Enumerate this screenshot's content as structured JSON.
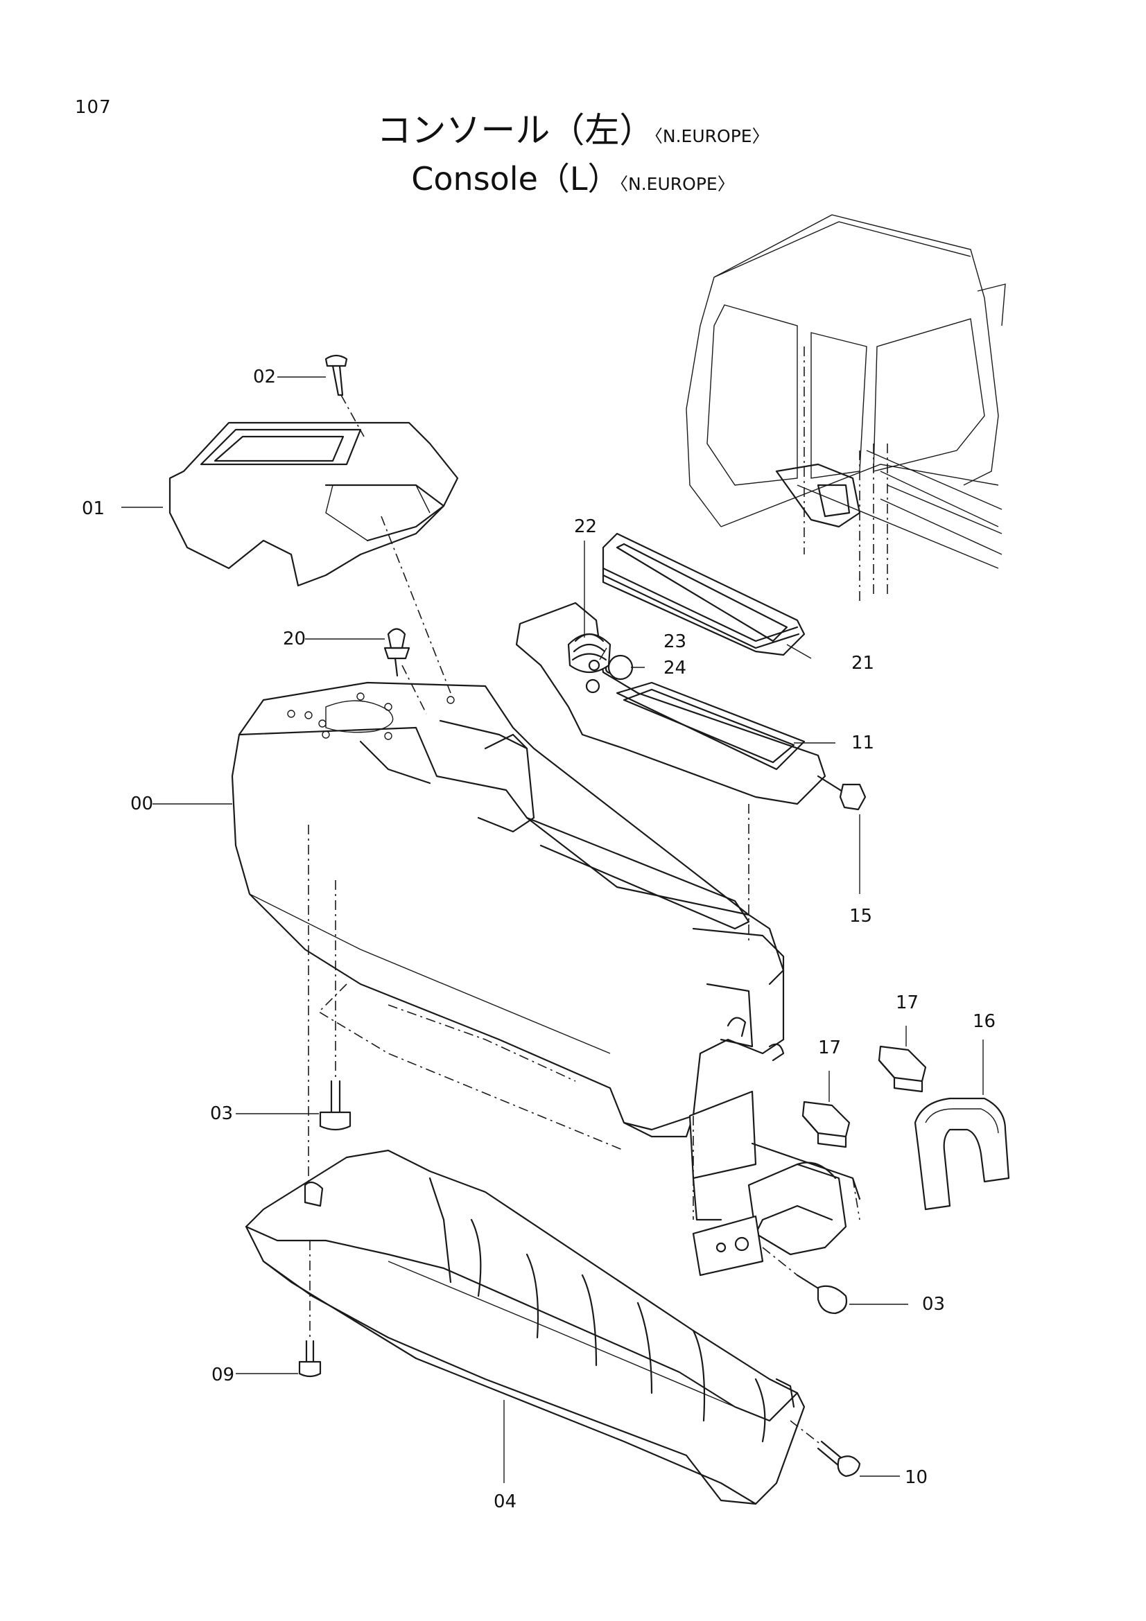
{
  "page": {
    "number": "107"
  },
  "title": {
    "jp": "コンソール（左）",
    "en": "Console（L）",
    "region": "〈N.EUROPE〉"
  },
  "callouts": [
    "00",
    "01",
    "02",
    "03",
    "03",
    "04",
    "09",
    "10",
    "11",
    "15",
    "16",
    "17",
    "17",
    "20",
    "21",
    "22",
    "23",
    "24"
  ]
}
